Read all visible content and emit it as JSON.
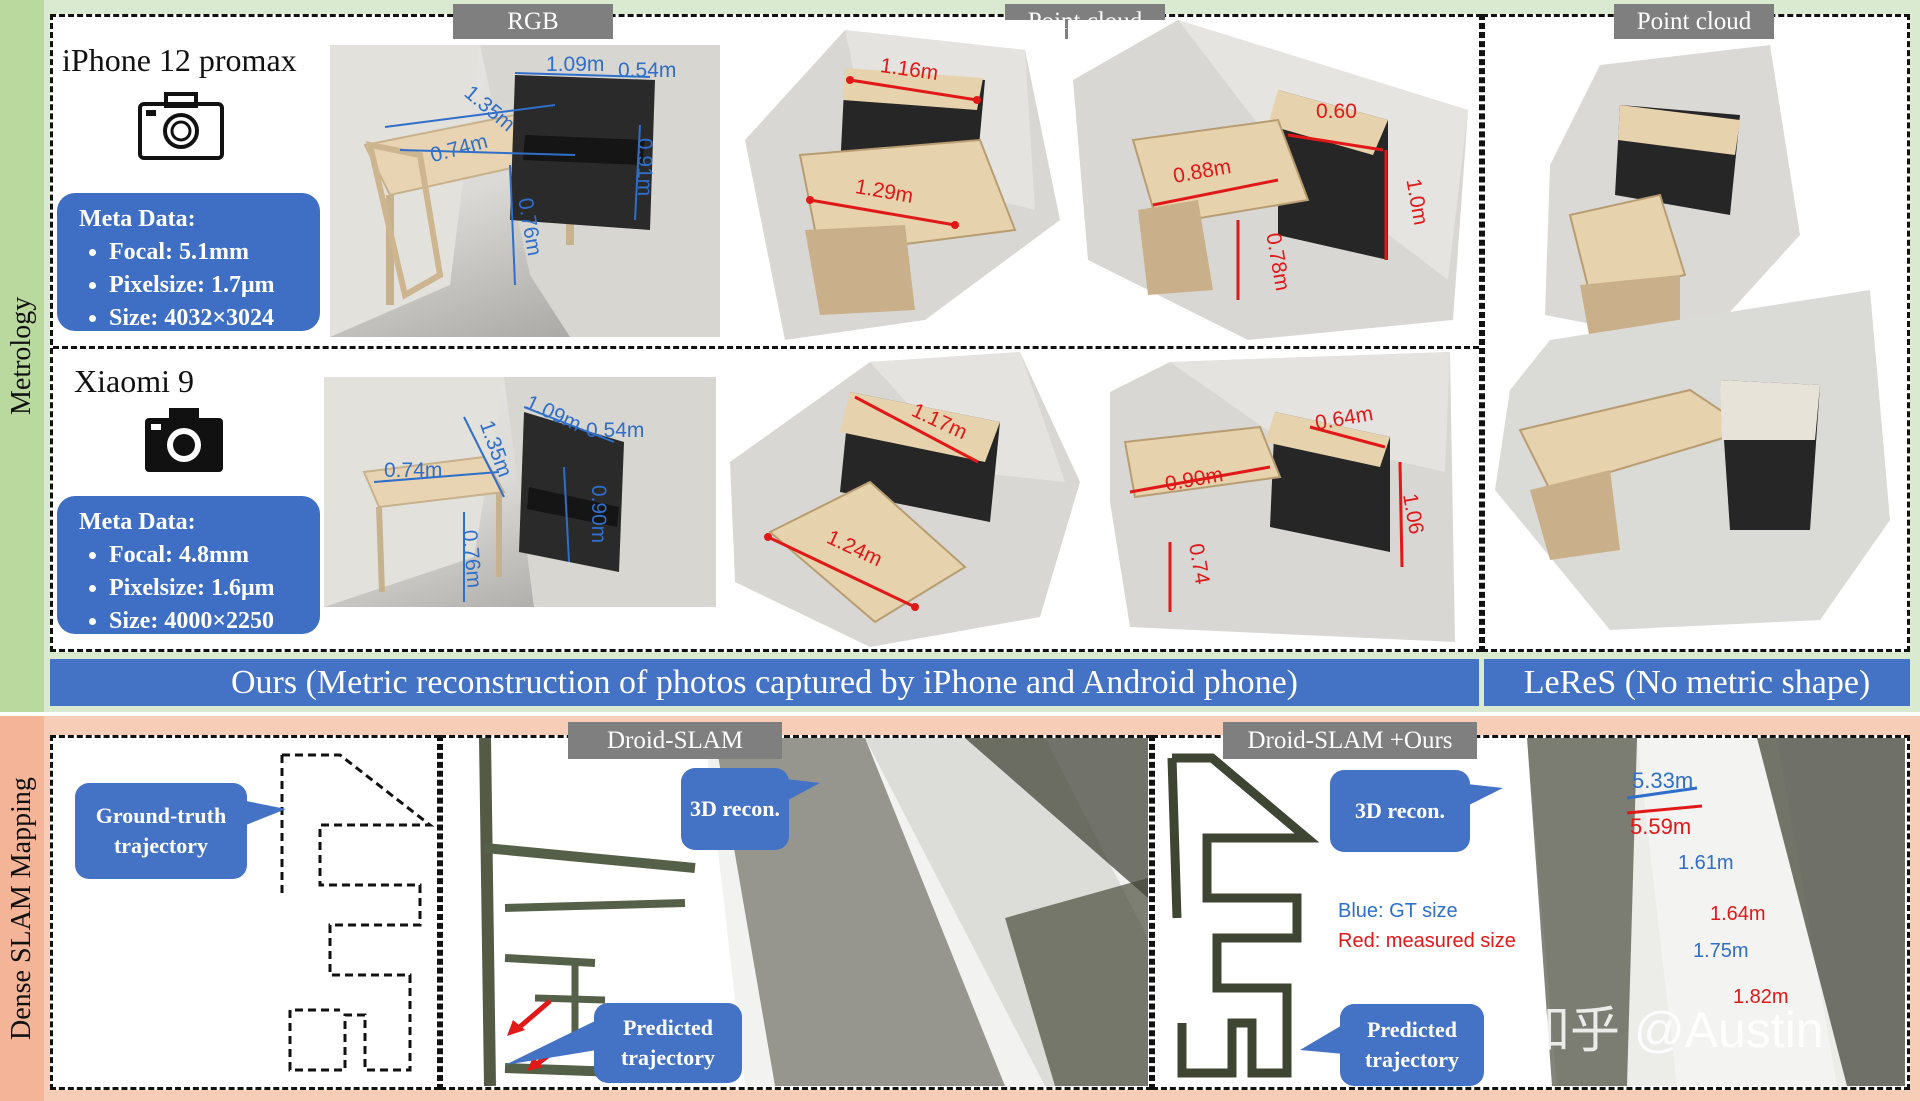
{
  "sections": {
    "metrology_label": "Metrology",
    "slam_label": "Dense SLAM Mapping"
  },
  "tags": {
    "rgb": "RGB",
    "point_cloud_ours": "Point cloud",
    "point_cloud_leres": "Point cloud",
    "droid_slam": "Droid-SLAM",
    "droid_slam_ours": "Droid-SLAM +Ours"
  },
  "devices": [
    {
      "name": "iPhone 12 promax",
      "meta_title": "Meta Data:",
      "meta_items": [
        "Focal: 5.1mm",
        "Pixelsize: 1.7μm",
        "Size: 4032×3024"
      ],
      "rgb_measures": [
        "1.09m",
        "0.54m",
        "1.35m",
        "0.74m",
        "0.91m",
        "0.76m"
      ],
      "cloud_a_measures": [
        "1.16m",
        "1.29m"
      ],
      "cloud_b_measures": [
        "0.60",
        "0.88m",
        "1.0m",
        "0.78m"
      ]
    },
    {
      "name": "Xiaomi 9",
      "meta_title": "Meta Data:",
      "meta_items": [
        "Focal: 4.8mm",
        "Pixelsize: 1.6μm",
        "Size: 4000×2250"
      ],
      "rgb_measures": [
        "1.09m",
        "0.54m",
        "1.35m",
        "0.74m",
        "0.90m",
        "0.76m"
      ],
      "cloud_a_measures": [
        "1.17m",
        "1.24m"
      ],
      "cloud_b_measures": [
        "0.64m",
        "0.90m",
        "1.06",
        "0.74"
      ]
    }
  ],
  "banners": {
    "ours": "Ours (Metric reconstruction of photos captured by iPhone and Android phone)",
    "leres": "LeReS (No metric shape)"
  },
  "slam": {
    "gt_callout": "Ground-truth trajectory",
    "recon_callout": "3D recon.",
    "pred_callout": "Predicted trajectory",
    "recon_callout_ours": "3D recon.",
    "pred_callout_ours": "Predicted trajectory",
    "legend_blue": "Blue: GT size",
    "legend_red": "Red: measured size",
    "road_measures": [
      {
        "text": "5.33m",
        "color": "blue"
      },
      {
        "text": "5.59m",
        "color": "red"
      },
      {
        "text": "1.61m",
        "color": "blue"
      },
      {
        "text": "1.64m",
        "color": "red"
      },
      {
        "text": "1.75m",
        "color": "blue"
      },
      {
        "text": "1.82m",
        "color": "red"
      }
    ]
  },
  "watermark": "知乎 @Austin",
  "colors": {
    "accent_blue": "#4472c4",
    "measure_red": "#e01818",
    "measure_blue": "#2f6fc9",
    "metrology_bg": "#d9ead0",
    "slam_bg": "#f7cdb8"
  }
}
